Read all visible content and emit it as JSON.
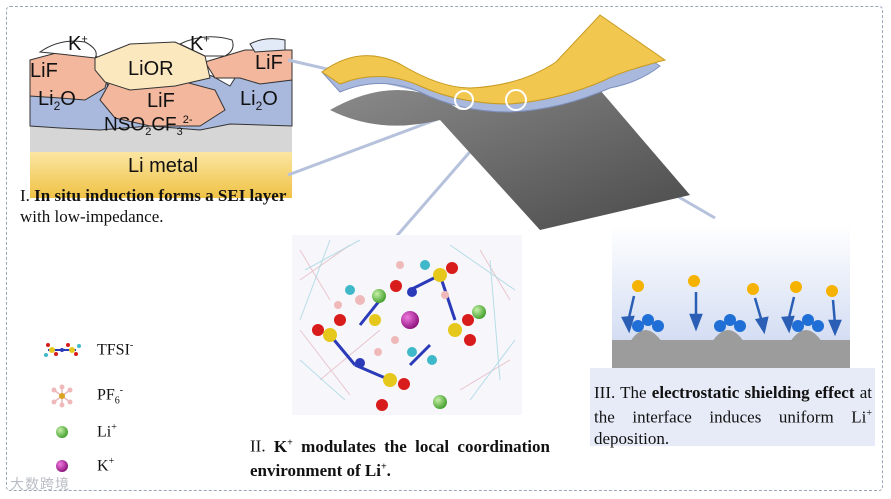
{
  "sei": {
    "k_left": "K",
    "k_right": "K",
    "k_sup": "+",
    "lif_left": "LiF",
    "lior": "LiOR",
    "lif_right": "LiF",
    "li2o_left_base": "Li",
    "li2o_sub": "2",
    "li2o_o": "O",
    "lif_mid": "LiF",
    "li2o_right_base": "Li",
    "anion_base": "NSO",
    "anion_sub2": "2",
    "anion_cf": "CF",
    "anion_sub3": "3",
    "anion_sup": "2-",
    "li_metal": "Li metal"
  },
  "captions": {
    "c1_prefix": "I. ",
    "c1_bold": "In situ induction forms a SEI layer",
    "c1_rest": " with low-impedance.",
    "c2_prefix": "II. ",
    "c2_bold1": "K",
    "c2_bold1_sup": "+",
    "c2_bold2": " modulates the local coordination environment of  Li",
    "c2_bold2_sup": "+",
    "c2_end": ".",
    "c3_prefix": "III. The ",
    "c3_bold": "electrostatic shielding effect",
    "c3_rest": " at the interface induces uniform Li",
    "c3_sup": "+",
    "c3_end": " deposition."
  },
  "legend": {
    "tfsi": "TFSI",
    "tfsi_sup": "-",
    "pf6": "PF",
    "pf6_sub": "6",
    "pf6_sup": "-",
    "li": "Li",
    "li_sup": "+",
    "k": "K",
    "k_sup": "+"
  },
  "watermark": "大数跨境",
  "colors": {
    "gold": "#f1c750",
    "blue_layer": "#a9b9dd",
    "salmon": "#f3b79d",
    "cream": "#fbe8bf",
    "grey_sheet": "#6a6a6a",
    "li_ion": "#6fc24a",
    "k_ion": "#b41aa0",
    "deposit_blue": "#1f6fd6",
    "arrow_blue": "#2a5fb5",
    "li_yellow": "#f5b300"
  }
}
